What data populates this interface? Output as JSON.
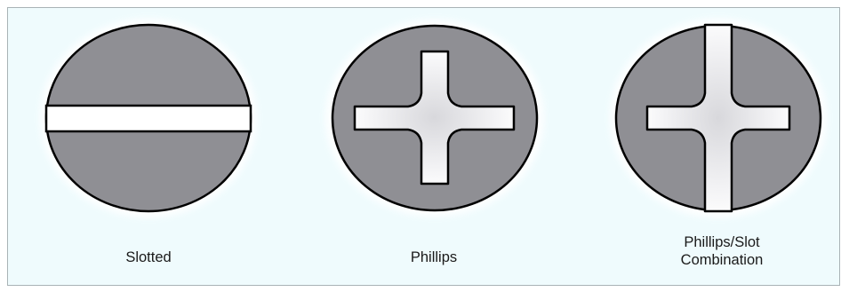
{
  "screw_heads": [
    {
      "id": "slotted",
      "label_lines": [
        "Slotted"
      ]
    },
    {
      "id": "phillips",
      "label_lines": [
        "Phillips"
      ]
    },
    {
      "id": "phillips-slot-combination",
      "label_lines": [
        "Phillips/Slot",
        "Combination"
      ]
    }
  ],
  "colors": {
    "panel_background": "#effbfd",
    "panel_border": "#a9b3b6",
    "head_fill": "#8f8f94",
    "head_outline": "#000000",
    "recess_fill": "#ffffff",
    "recess_shadow": "#d2d2d6",
    "label_text": "#1a1a1a"
  }
}
